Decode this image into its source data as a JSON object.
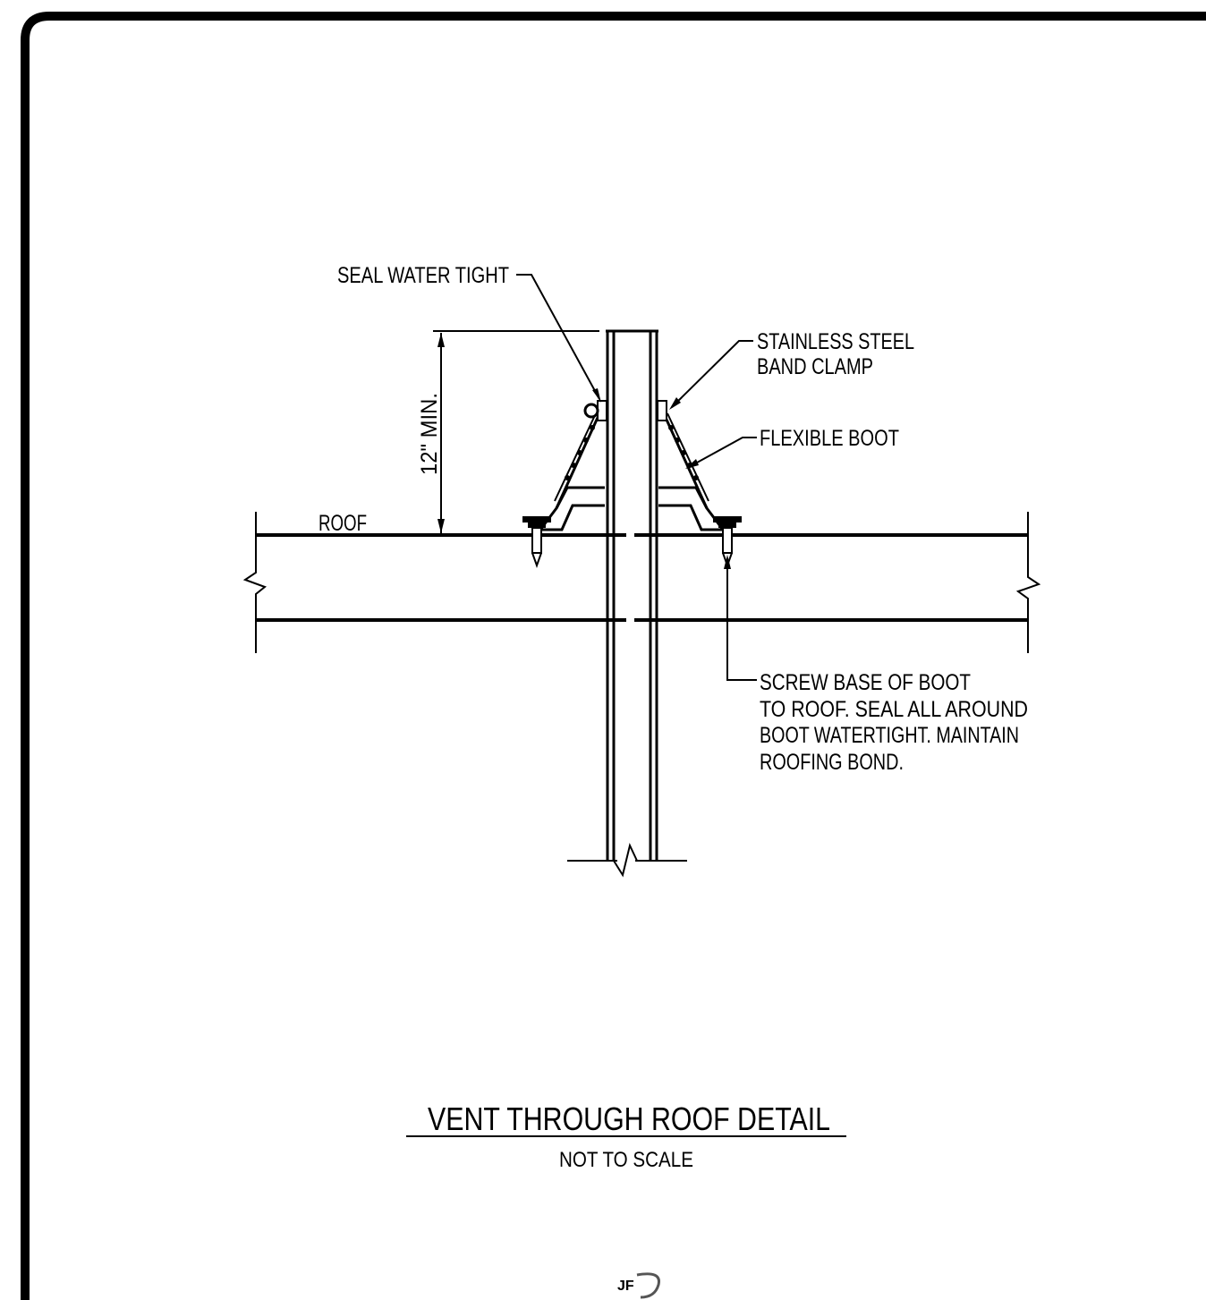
{
  "labels": {
    "seal_water_tight": "SEAL WATER TIGHT",
    "stainless_steel_line1": "STAINLESS STEEL",
    "stainless_steel_line2": "BAND CLAMP",
    "flexible_boot": "FLEXIBLE BOOT",
    "roof": "ROOF",
    "min_height": "12\" MIN.",
    "screw_line1": "SCREW BASE OF BOOT",
    "screw_line2": "TO ROOF. SEAL ALL AROUND",
    "screw_line3": "BOOT WATERTIGHT. MAINTAIN",
    "screw_line4": "ROOFING BOND."
  },
  "title": {
    "main": "VENT THROUGH ROOF DETAIL",
    "scale": "NOT TO SCALE"
  },
  "logo_text": "JF",
  "colors": {
    "ink": "#000000",
    "paper": "#ffffff"
  }
}
